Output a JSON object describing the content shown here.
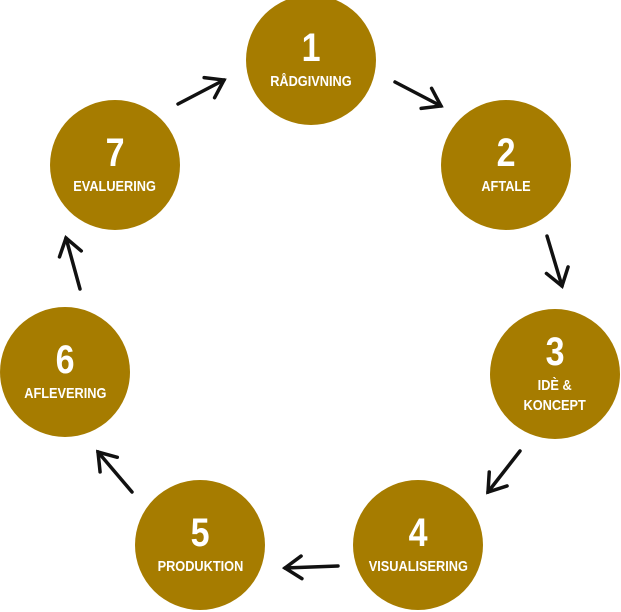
{
  "colors": {
    "circle": "#a67c00",
    "arrow": "#111111",
    "text": "#ffffff"
  },
  "steps": [
    {
      "number": "1",
      "label": "RÅDGIVNING"
    },
    {
      "number": "2",
      "label": "AFTALE"
    },
    {
      "number": "3",
      "label": "IDÈ &\nKONCEPT"
    },
    {
      "number": "4",
      "label": "VISUALISERING"
    },
    {
      "number": "5",
      "label": "PRODUKTION"
    },
    {
      "number": "6",
      "label": "AFLEVERING"
    },
    {
      "number": "7",
      "label": "EVALUERING"
    }
  ]
}
